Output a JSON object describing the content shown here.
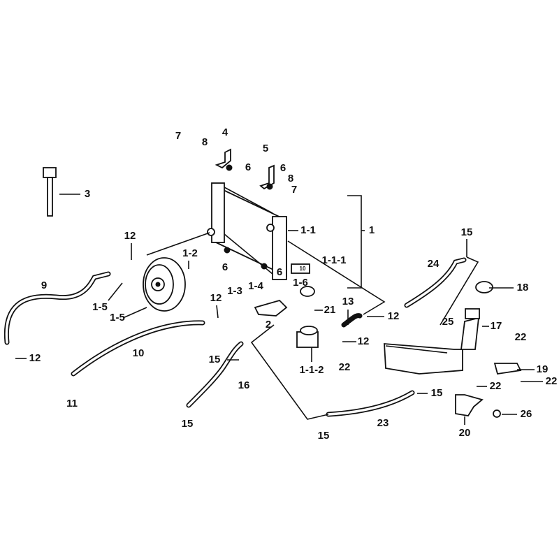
{
  "diagram": {
    "title": "",
    "callouts": [
      "7",
      "8",
      "4",
      "6",
      "5",
      "6",
      "8",
      "7",
      "3",
      "1-1",
      "1",
      "1-2",
      "12",
      "6",
      "6",
      "1-1-1",
      "1-3",
      "1-4",
      "1-6",
      "18",
      "24",
      "15",
      "9",
      "1-5",
      "1-5",
      "12",
      "21",
      "13",
      "12",
      "2",
      "25",
      "17",
      "12",
      "22",
      "10",
      "12",
      "15",
      "22",
      "1-1-2",
      "19",
      "22",
      "22",
      "16",
      "15",
      "11",
      "15",
      "23",
      "26",
      "20",
      "15"
    ],
    "tag_1_6": "10"
  }
}
